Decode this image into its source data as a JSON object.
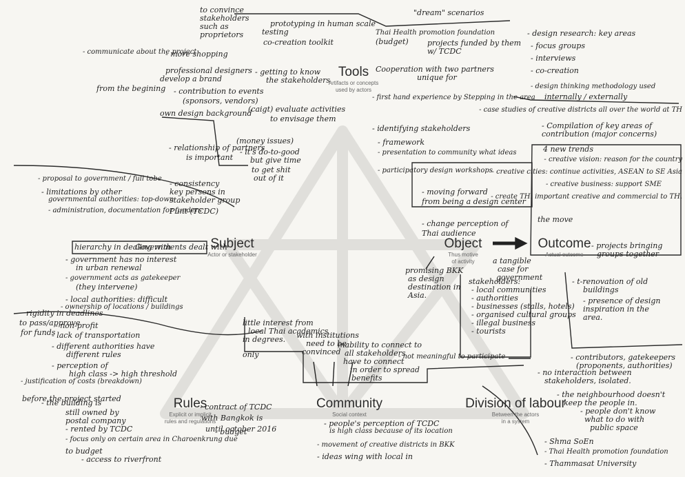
{
  "nodes": {
    "tools": {
      "title": "Tools",
      "sub": [
        "Artifacts or concepts",
        "used by actors"
      ]
    },
    "subject": {
      "title": "Subject",
      "sub": [
        "Actor or stakeholder"
      ]
    },
    "object": {
      "title": "Object",
      "sub": [
        "Thus motive",
        "of activity"
      ]
    },
    "outcome": {
      "title": "Outcome",
      "sub": [
        "Actual outcome"
      ]
    },
    "rules": {
      "title": "Rules",
      "sub": [
        "Explicit or implicit",
        "rules and regulations"
      ]
    },
    "community": {
      "title": "Community",
      "sub": [
        "Social context"
      ]
    },
    "division": {
      "title": "Division of labour",
      "sub": [
        "Between the actors",
        "in a system"
      ]
    }
  },
  "notes": {
    "tools": [
      "to convince",
      "stakeholders",
      "such as",
      "proprietors",
      "prototyping in human scale",
      "\"dream\" scenarios",
      "testing",
      "co-creation toolkit",
      "Thai Health promotion foundation",
      "(budget)",
      "projects funded by them",
      "w/ TCDC",
      "- communicate about the project",
      "- more shopping",
      "professional designers",
      "develop a brand",
      "from the begining",
      "- getting to know",
      "the stakeholders",
      "- contribution to events",
      "(sponsors, vendors)",
      "own design background",
      "(caigt) evaluate activities",
      "to envisage them",
      "- relationship of partners",
      "is important",
      "Cooperation with two partners",
      "unique for",
      "- first hand experience by Stepping in the area",
      "- identifying stakeholders",
      "- framework",
      "- presentation to community what ideas",
      "- participatory design workshops",
      "(money issues)",
      "- it's do-to-good",
      "but give time",
      "to get shit",
      "out of it"
    ],
    "right_top": [
      "- design research: key areas",
      "- focus groups",
      "- interviews",
      "- co-creation",
      "- design thinking methodology used",
      "internally / externally",
      "- case studies of creative districts all over the world at TH",
      "- Compilation of key areas of",
      "contribution (major concerns)",
      "4 new trends",
      "- creative vision: reason for the country",
      "- creative cities: continue activities, ASEAN to SE Asia",
      "- creative business: support SME",
      "- create TH: important creative and commercial to TH.",
      "the move",
      "- moving forward",
      "from being a design center",
      "- change perception of",
      "Thai audience"
    ],
    "subject": [
      "- proposal to government / full tobe",
      "- limitations by other",
      "governmental authorities: top-down",
      "- administration, documentation for funders",
      "- consistency",
      "key persons in",
      "stakeholder group",
      "Punt (TCDC)",
      "hierarchy in dealing with",
      "Governments dealt with",
      "- government has no interest",
      "in urban renewal",
      "- government acts as gatekeeper",
      "(they intervene)",
      "- local authorities: difficult",
      "- ownership of locations / buildings"
    ],
    "rules": [
      "rigidity in deadlines",
      "to pass/approve",
      "for funds",
      "- non-profit",
      "- lack of transportation",
      "- different authorities have",
      "different rules",
      "- perception of",
      "high class -> high threshold",
      "- justification of costs (breakdown)",
      "before the project started",
      "- the building is",
      "still owned by",
      "postal company",
      "- rented by TCDC",
      "- budget",
      "- focus only on certain area in Charoenkrung due",
      "to budget",
      "- access to riverfront",
      "- contract of TCDC",
      "with Bangkok is",
      "until october 2016"
    ],
    "community": [
      "little interest from",
      "local Thai academics",
      "in degrees.",
      "with institutions",
      "need to be",
      "convinced",
      "only",
      "inability to connect to",
      "all stakeholders",
      "- not meaningful to participate",
      "have to connect",
      "in order to spread",
      "benefits",
      "- people's perception of TCDC",
      "is high class because of its location",
      "- movement of creative districts in BKK",
      "- ideas wing with local in",
      "promising BKK",
      "as design",
      "destination in",
      "Asia."
    ],
    "division": [
      "stakeholders:",
      "- local communities",
      "- authorities",
      "- businesses (stalls, hotels)",
      "- organised cultural groups",
      "- illegal business",
      "- tourists",
      "- no interaction between",
      "stakeholders, isolated.",
      "- the neighbourhood doesn't",
      "keep the people in.",
      "- people don't know",
      "what to do with",
      "public space",
      "- contributors, gatekeepers",
      "(proponents, authorities)",
      "- Shma SoEn",
      "- Thai Health promotion foundation",
      "- Thammasat University"
    ],
    "outcome": [
      "- projects bringing",
      "groups together",
      "- t-renovation of old",
      "buildings",
      "- presence of design",
      "inspiration in the",
      "area.",
      "a tangible",
      "case for",
      "government"
    ]
  }
}
